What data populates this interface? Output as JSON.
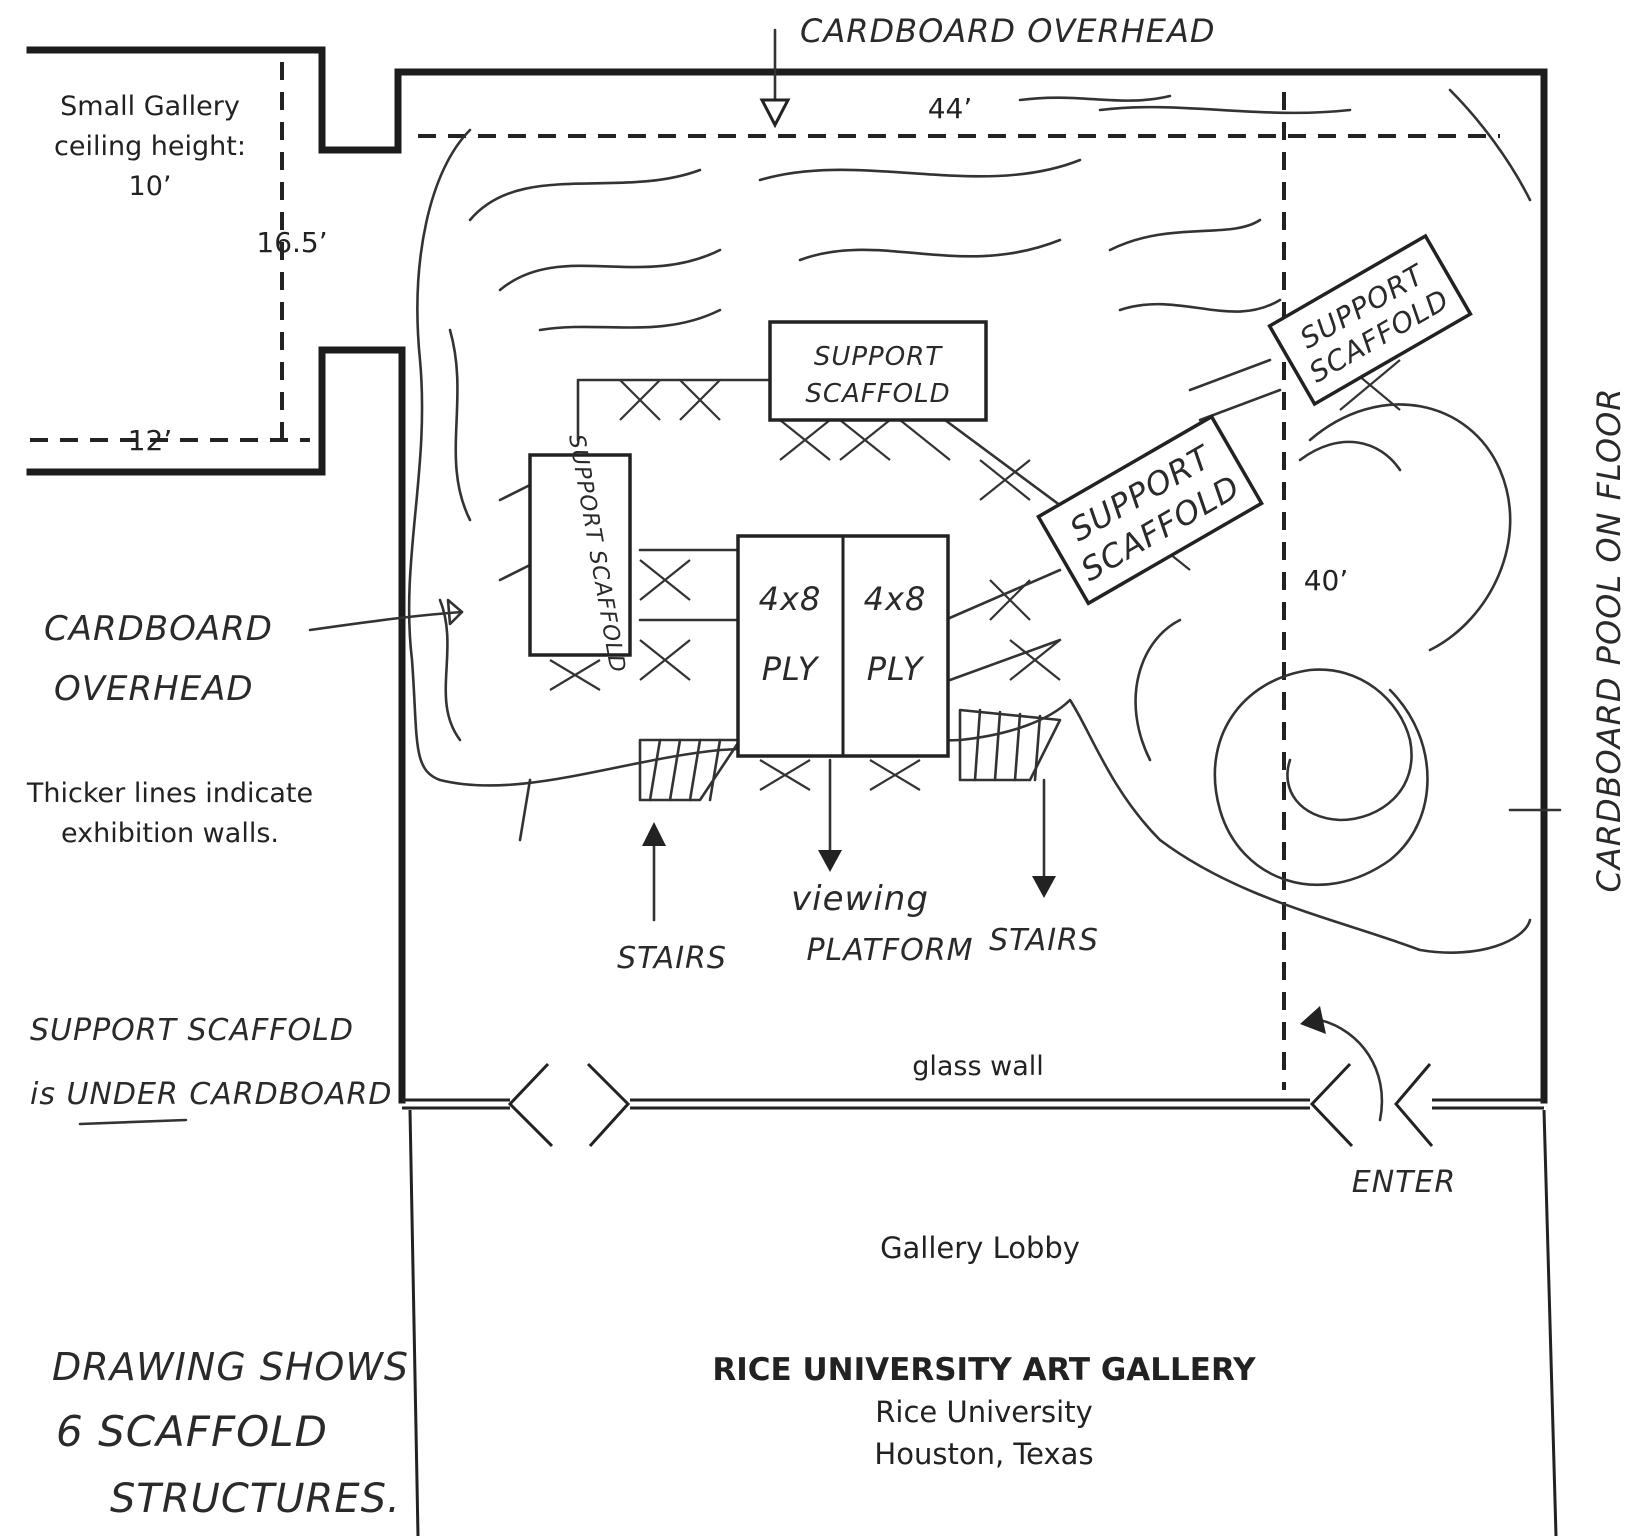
{
  "labels": {
    "cardboard_overhead_top": "CARDBOARD OVERHEAD",
    "small_gallery_line1": "Small Gallery",
    "small_gallery_line2": "ceiling height:",
    "small_gallery_line3": "10’",
    "dim_44": "44’",
    "dim_16_5": "16.5’",
    "dim_12": "12’",
    "dim_40": "40’",
    "support_scaffold": "SUPPORT SCAFFOLD",
    "support_line1": "SUPPORT",
    "support_line2": "SCAFFOLD",
    "ply_4x8": "4x8",
    "ply": "PLY",
    "cardboard_overhead_left_1": "CARDBOARD",
    "cardboard_overhead_left_2": "OVERHEAD",
    "thicker_lines_1": "Thicker lines indicate",
    "thicker_lines_2": "exhibition walls.",
    "stairs_left": "STAIRS",
    "stairs_right": "STAIRS",
    "viewing_platform_1": "viewing",
    "viewing_platform_2": "PLATFORM",
    "cardboard_pool": "CARDBOARD POOL ON FLOOR",
    "support_under_1": "SUPPORT SCAFFOLD",
    "support_under_2_a": "is ",
    "support_under_2_b": "UNDER",
    "support_under_2_c": " CARDBOARD",
    "glass_wall": "glass wall",
    "enter": "ENTER",
    "gallery_lobby": "Gallery Lobby",
    "gallery_title": "RICE UNIVERSITY ART GALLERY",
    "gallery_sub1": "Rice University",
    "gallery_sub2": "Houston, Texas",
    "drawing_note_1": "DRAWING SHOWS",
    "drawing_note_2": "6 SCAFFOLD",
    "drawing_note_3": "STRUCTURES."
  }
}
